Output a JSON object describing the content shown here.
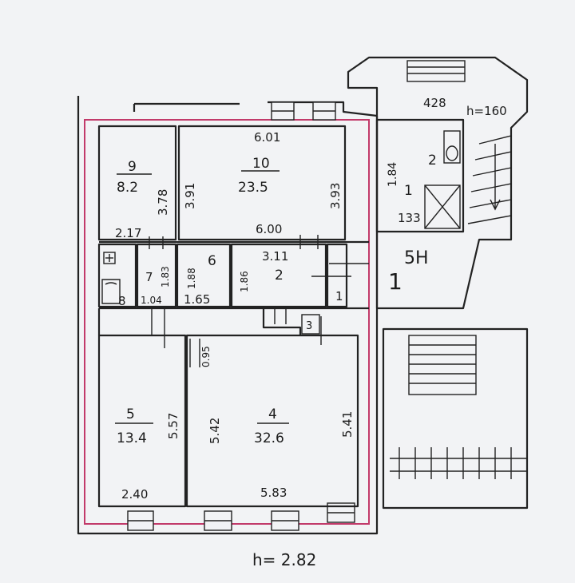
{
  "rooms": {
    "r9": {
      "number": "9",
      "area": "8.2",
      "height_dim": "3.78"
    },
    "r10": {
      "number": "10",
      "area": "23.5",
      "top_dim": "6.01",
      "left_dim": "3.91",
      "right_dim": "3.93",
      "bottom_dim": "6.00"
    },
    "r7": {
      "number": "7",
      "width_dim": "1.04",
      "height_dim": "1.83"
    },
    "r8": {
      "number": "8"
    },
    "r6": {
      "number": "6",
      "width_dim": "1.65",
      "height_dim": "1.88"
    },
    "r2": {
      "number": "2",
      "width_dim": "3.11",
      "height_dim": "1.86"
    },
    "r1": {
      "number": "1"
    },
    "r3": {
      "number": "3"
    },
    "r5": {
      "number": "5",
      "area": "13.4",
      "height_dim": "5.57",
      "width_dim": "2.40"
    },
    "r4": {
      "number": "4",
      "area": "32.6",
      "left_dim": "5.42",
      "right_dim": "5.41",
      "width_dim": "5.83",
      "door_dim": "0.95"
    }
  },
  "corridor": {
    "width_dim": "2.17"
  },
  "stair_block": {
    "top_dim": "428",
    "height_note": "h=160",
    "side_dim": "1.84",
    "room_number": "1",
    "room_number_small": "2",
    "width_dim": "133",
    "door_mark": "5H",
    "exit_number": "1"
  },
  "footer": {
    "ceiling_height": "h= 2.82"
  },
  "colors": {
    "boundary": "#c23a6a",
    "ink": "#222222",
    "paper": "#f2f3f5"
  }
}
